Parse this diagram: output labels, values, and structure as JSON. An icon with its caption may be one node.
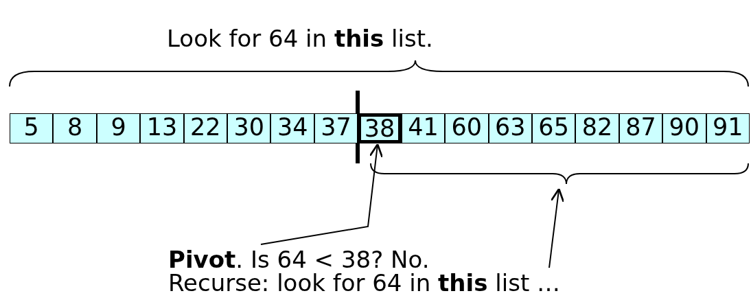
{
  "diagram": {
    "nodes": [
      {
        "text": [
          "5"
        ]
      },
      {
        "text": [
          "8"
        ]
      },
      {
        "text": [
          "9"
        ]
      },
      {
        "text": [
          "13"
        ]
      },
      {
        "text": [
          "22"
        ]
      },
      {
        "text": [
          "30"
        ]
      },
      {
        "text": [
          "34"
        ]
      },
      {
        "text": [
          "37"
        ]
      },
      {
        "text": [
          "38"
        ]
      },
      {
        "text": [
          "41"
        ]
      },
      {
        "text": [
          "60"
        ]
      },
      {
        "text": [
          "63"
        ]
      },
      {
        "text": [
          "65"
        ]
      },
      {
        "text": [
          "82"
        ]
      },
      {
        "text": [
          "87"
        ]
      },
      {
        "text": [
          "90"
        ]
      },
      {
        "text": [
          "91"
        ]
      },
      {
        "text": [
          "**Pivot**. Is 64 < 38? No."
        ]
      },
      {
        "text": [
          "Recurse: look for 64 in **this** list …"
        ]
      },
      {
        "text": [],
        "shape": "brace"
      }
    ],
    "edges": [
      {
        "from": 17,
        "to": 8,
        "arrow": "to"
      },
      {
        "from": 18,
        "to": 19,
        "arrow": "to"
      }
    ],
    "labels": [
      "Look for 64 in **this** list."
    ]
  }
}
